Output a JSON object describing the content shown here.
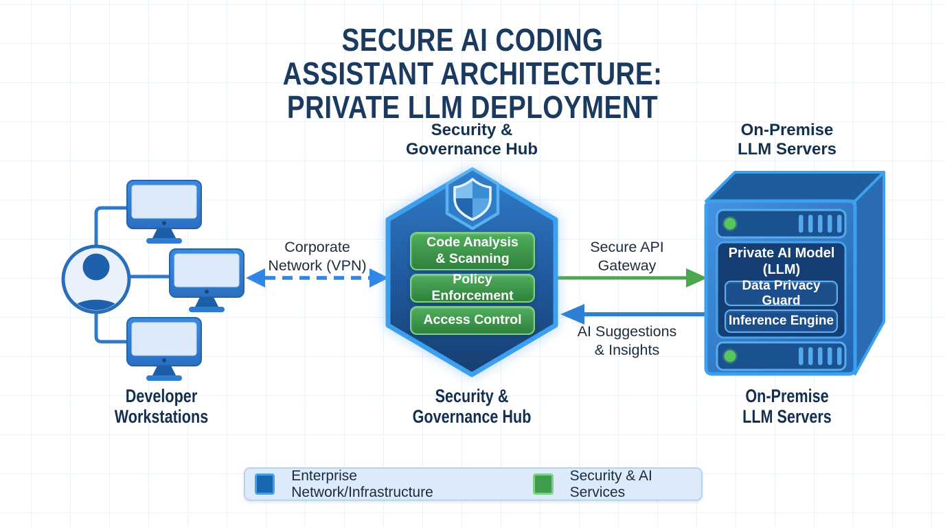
{
  "title": "SECURE AI CODING ASSISTANT ARCHITECTURE:\nPRIVATE LLM DEPLOYMENT",
  "workstations": {
    "label_bottom": "Developer\nWorkstations"
  },
  "hub": {
    "label_top": "Security &\nGovernance Hub",
    "label_bottom": "Security &\nGovernance Hub",
    "services": [
      "Code Analysis\n& Scanning",
      "Policy Enforcement",
      "Access Control"
    ]
  },
  "servers": {
    "label_top": "On-Premise\nLLM Servers",
    "label_bottom": "On-Premise\nLLM Servers",
    "model_title": "Private AI Model\n(LLM)",
    "components": [
      "Data Privacy Guard",
      "Inference Engine"
    ]
  },
  "arrows": {
    "vpn": {
      "label": "Corporate\nNetwork (VPN)",
      "style": "dashed",
      "direction": "bidirectional",
      "color": "#2f86e8"
    },
    "api": {
      "label": "Secure API\nGateway",
      "style": "solid",
      "direction": "right",
      "color": "#4ca64f"
    },
    "insights": {
      "label": "AI Suggestions\n& Insights",
      "style": "solid",
      "direction": "left",
      "color": "#2f7fd6"
    }
  },
  "legend": {
    "items": [
      {
        "label": "Enterprise Network/Infrastructure",
        "color": "#1767b2"
      },
      {
        "label": "Security & AI Services",
        "color": "#3f9e4c"
      }
    ]
  },
  "colors": {
    "title_text": "#1b3a60",
    "hexagon_fill_top": "#3080cf",
    "hexagon_fill_bottom": "#17406f",
    "hexagon_stroke": "#3da0ee",
    "service_button_green": "#3f9e4c",
    "server_front": "#3c8ede",
    "server_panel_navy": "#153f74",
    "status_dot_green": "#58c55e"
  }
}
